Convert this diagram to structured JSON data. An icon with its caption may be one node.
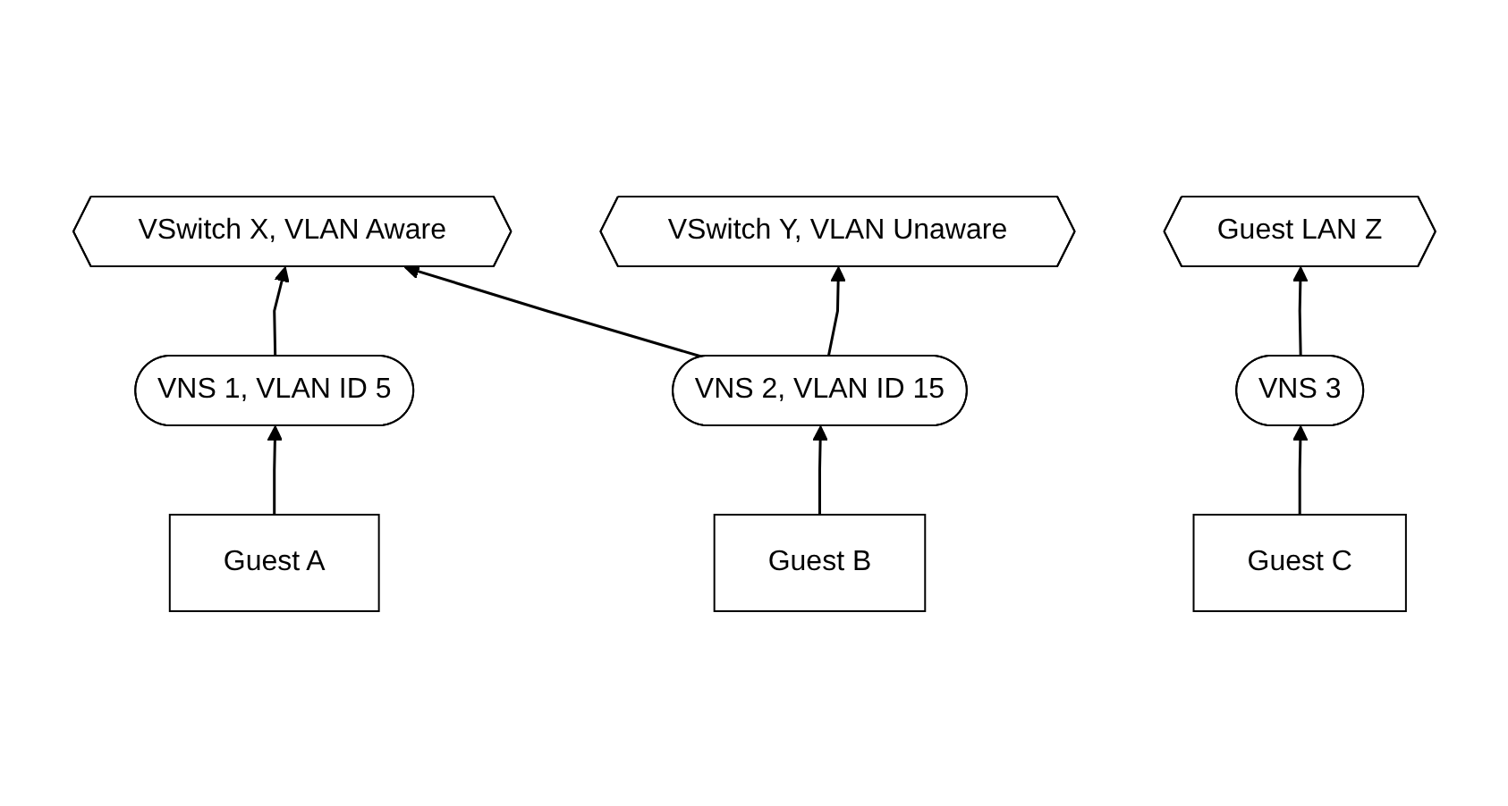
{
  "diagram": {
    "nodes": [
      {
        "text": [
          "VSwitch X, VLAN Aware"
        ]
      },
      {
        "text": [
          "VSwitch Y, VLAN Unaware"
        ]
      },
      {
        "text": [
          "Guest LAN Z"
        ]
      },
      {
        "text": [
          "VNS 1, VLAN ID 5"
        ]
      },
      {
        "text": [
          "VNS 2, VLAN ID 15"
        ]
      },
      {
        "text": [
          "VNS 3"
        ]
      },
      {
        "text": [
          "Guest A"
        ]
      },
      {
        "text": [
          "Guest B"
        ]
      },
      {
        "text": [
          "Guest C"
        ]
      }
    ],
    "edges": [
      {
        "from": 3,
        "to": 0,
        "arrow": "to"
      },
      {
        "from": 4,
        "to": 0,
        "arrow": "to"
      },
      {
        "from": 4,
        "to": 1,
        "arrow": "to"
      },
      {
        "from": 5,
        "to": 2,
        "arrow": "to"
      },
      {
        "from": 6,
        "to": 3,
        "arrow": "to"
      },
      {
        "from": 7,
        "to": 4,
        "arrow": "to"
      },
      {
        "from": 8,
        "to": 5,
        "arrow": "to"
      }
    ]
  }
}
